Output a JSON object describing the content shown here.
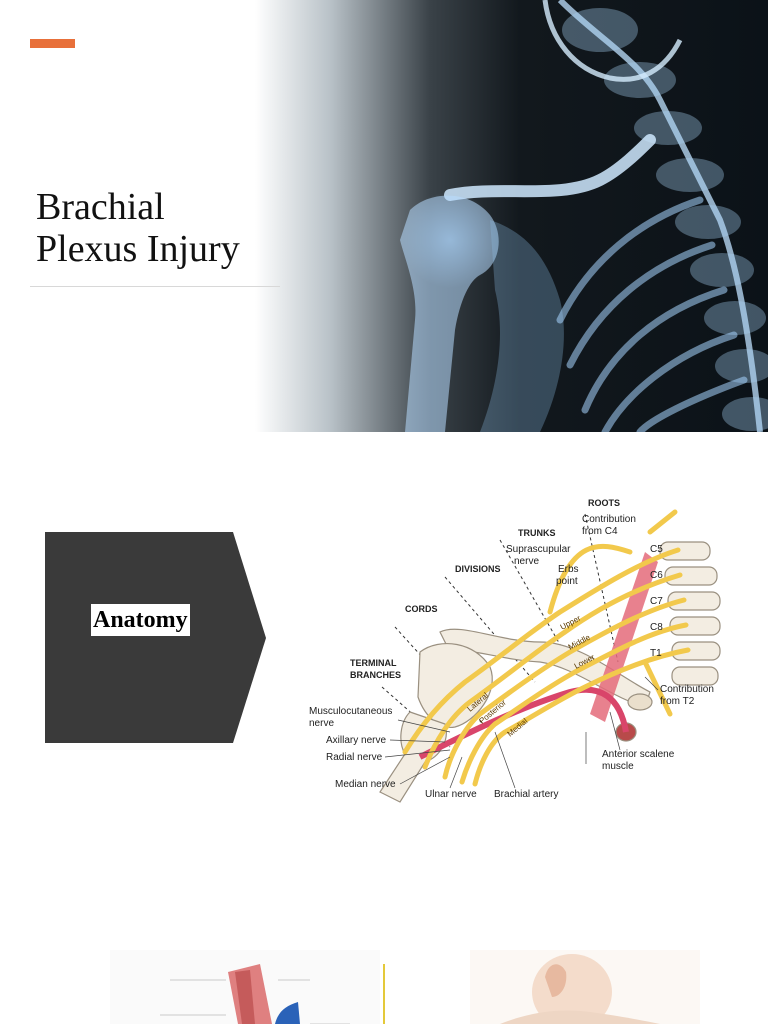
{
  "slide1": {
    "title_line1": "Brachial",
    "title_line2": "Plexus Injury",
    "accent_color": "#e8703a"
  },
  "slide2": {
    "section_label": "Anatomy",
    "chevron_color": "#3a3a3a",
    "diagram": {
      "level_labels": [
        "ROOTS",
        "TRUNKS",
        "DIVISIONS",
        "CORDS",
        "TERMINAL",
        "BRANCHES"
      ],
      "root_labels": [
        "C5",
        "C6",
        "C7",
        "C8",
        "T1"
      ],
      "trunk_labels": [
        "Upper",
        "Middle",
        "Lower"
      ],
      "cord_labels": [
        "Lateral",
        "Posterior",
        "Medial"
      ],
      "callouts": {
        "contribution_c4_line1": "Contribution",
        "contribution_c4_line2": "from C4",
        "suprascapular_line1": "Suprascupular",
        "suprascapular_line2": "nerve",
        "erbs_line1": "Erbs",
        "erbs_line2": "point",
        "contribution_t2_line1": "Contribution",
        "contribution_t2_line2": "from T2",
        "anterior_scalene_line1": "Anterior scalene",
        "anterior_scalene_line2": "muscle",
        "musculocutaneous_line1": "Musculocutaneous",
        "musculocutaneous_line2": "nerve",
        "axillary": "Axillary nerve",
        "radial": "Radial nerve",
        "median": "Median nerve",
        "ulnar": "Ulnar nerve",
        "brachial_artery": "Brachial artery"
      },
      "colors": {
        "nerve": "#f2c94c",
        "nerve_stroke": "#c99a1a",
        "artery": "#d9456a",
        "muscle": "#e46b7a",
        "bone": "#f3ede2"
      }
    }
  }
}
